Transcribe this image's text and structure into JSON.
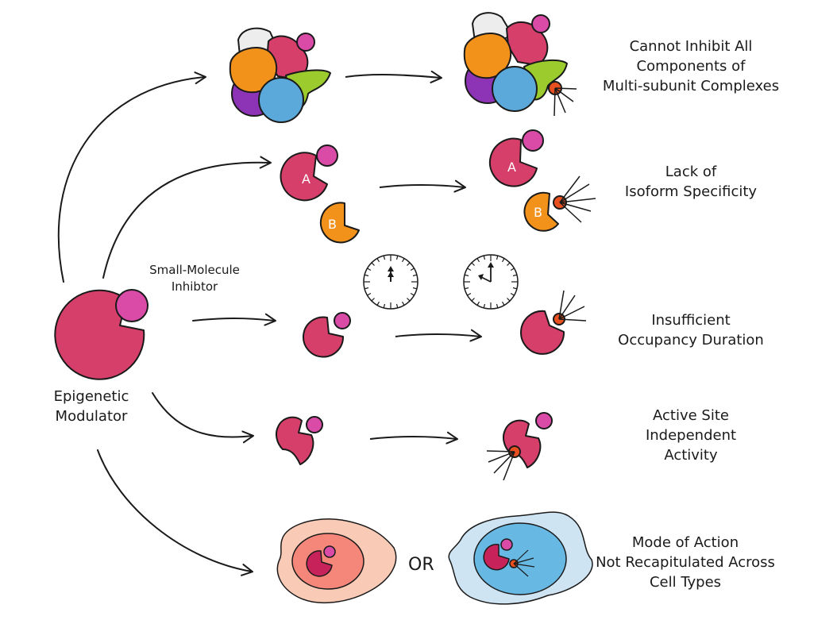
{
  "source": {
    "label_line1": "Epigenetic",
    "label_line2": "Modulator"
  },
  "inhibitor": {
    "label_line1": "Small-Molecule",
    "label_line2": "Inhibtor"
  },
  "outcomes": [
    {
      "line1": "Cannot Inhibit All",
      "line2": "Components of",
      "line3": "Multi-subunit Complexes"
    },
    {
      "line1": "Lack of",
      "line2": "Isoform Specificity"
    },
    {
      "line1": "Insufficient",
      "line2": "Occupancy Duration"
    },
    {
      "line1": "Active Site",
      "line2": "Independent",
      "line3": "Activity"
    },
    {
      "line1": "Mode of Action",
      "line2": "Not Recapitulated Across",
      "line3": "Cell Types"
    }
  ],
  "isoforms": {
    "a": "A",
    "b": "B"
  },
  "or_label": "OR",
  "colors": {
    "modulator": "#d63f6a",
    "inhibitor": "#d94ba7",
    "orange_subunit": "#f2921b",
    "purple_subunit": "#8c34b5",
    "blue_subunit": "#5aa9da",
    "green_subunit": "#9ccb2d",
    "grey_subunit": "#ededed",
    "ligand_orange": "#e8501f",
    "cell1_outer": "#f9cbb7",
    "cell1_nucleus": "#f4877a",
    "cell2_outer": "#cfe4f3",
    "cell2_nucleus": "#67b8e3"
  },
  "icons": [
    "clock-icon",
    "arrow-icon",
    "pacman-protein-icon"
  ]
}
